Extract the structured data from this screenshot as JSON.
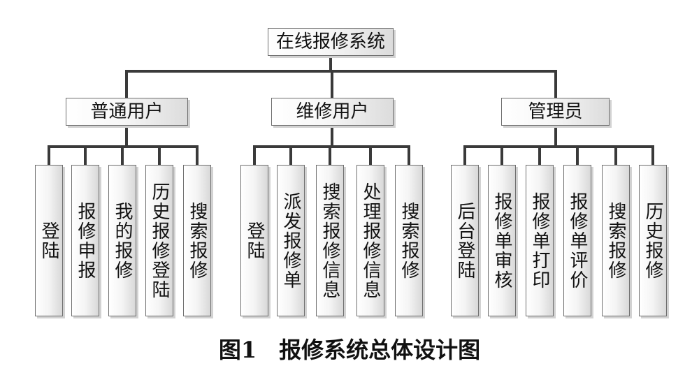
{
  "root": "在线报修系统",
  "groups": [
    {
      "label": "普通用户",
      "items": [
        "登陆",
        "报修申报",
        "我的报修",
        "历史报修登陆",
        "搜索报修"
      ]
    },
    {
      "label": "维修用户",
      "items": [
        "登陆",
        "派发报修单",
        "搜索报修信息",
        "处理报修信息",
        "搜索报修"
      ]
    },
    {
      "label": "管理员",
      "items": [
        "后台登陆",
        "报修单审核",
        "报修单打印",
        "报修单评价",
        "搜索报修",
        "历史报修"
      ]
    }
  ],
  "caption": "图1　报修系统总体设计图"
}
